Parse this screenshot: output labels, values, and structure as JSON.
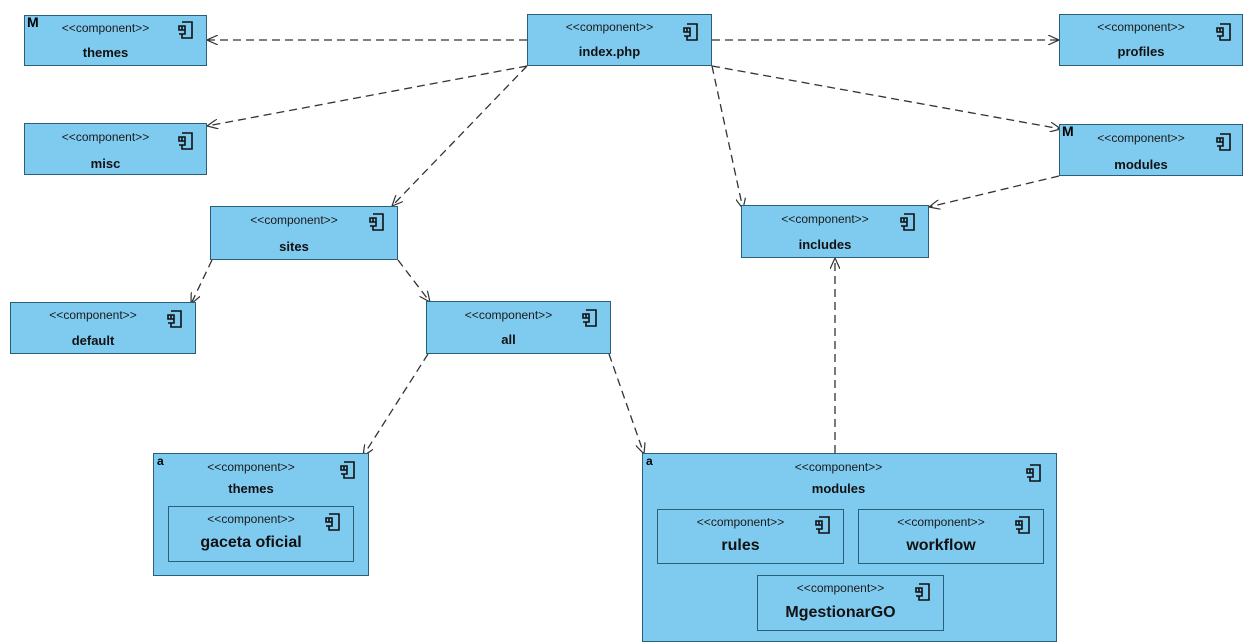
{
  "stereotype": "<<component>>",
  "components": {
    "themes_top": {
      "name": "themes",
      "badge": "M"
    },
    "index": {
      "name": "index.php"
    },
    "profiles": {
      "name": "profiles"
    },
    "misc": {
      "name": "misc"
    },
    "modules_top": {
      "name": "modules",
      "badge": "M"
    },
    "sites": {
      "name": "sites"
    },
    "includes": {
      "name": "includes"
    },
    "default": {
      "name": "default"
    },
    "all": {
      "name": "all"
    },
    "themes_all": {
      "name": "themes",
      "badge": "a"
    },
    "gaceta": {
      "name": "gaceta oficial"
    },
    "modules_all": {
      "name": "modules",
      "badge": "a"
    },
    "rules": {
      "name": "rules"
    },
    "workflow": {
      "name": "workflow"
    },
    "mgestionar": {
      "name": "MgestionarGO"
    }
  },
  "colors": {
    "box_fill": "#7fcbf0",
    "box_border": "#2a5f7a",
    "line": "#333333"
  },
  "icons": {
    "component": "component-icon"
  }
}
